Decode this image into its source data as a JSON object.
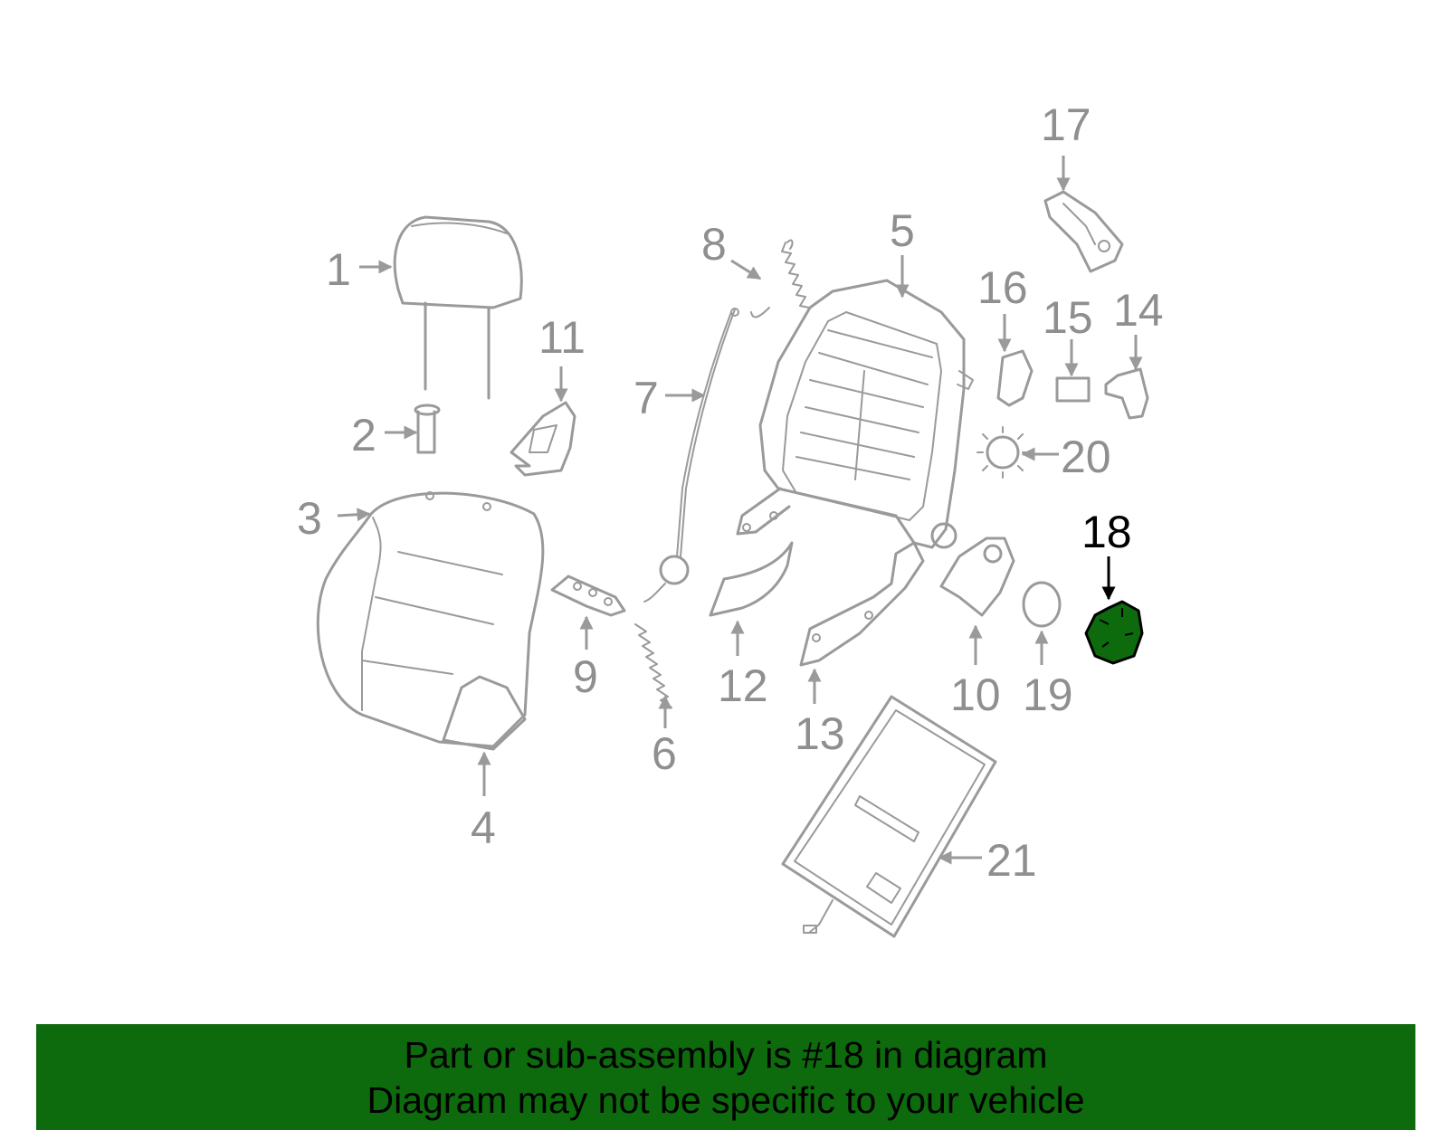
{
  "diagram": {
    "highlight_color": "#0d6a0d",
    "highlighted_part": "18",
    "labels": {
      "p1": "1",
      "p2": "2",
      "p3": "3",
      "p4": "4",
      "p5": "5",
      "p6": "6",
      "p7": "7",
      "p8": "8",
      "p9": "9",
      "p10": "10",
      "p11": "11",
      "p12": "12",
      "p13": "13",
      "p14": "14",
      "p15": "15",
      "p16": "16",
      "p17": "17",
      "p18": "18",
      "p19": "19",
      "p20": "20",
      "p21": "21"
    }
  },
  "banner": {
    "line1": "Part or sub-assembly is #18 in diagram",
    "line2": "Diagram may not be specific to your vehicle",
    "background": "#0d6a0d"
  }
}
